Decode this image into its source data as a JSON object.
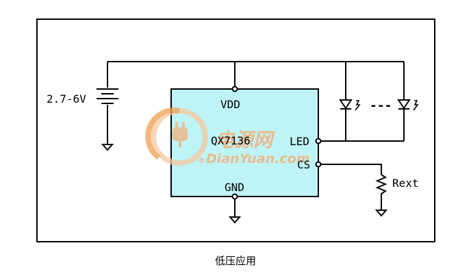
{
  "circuit": {
    "supply_label": "2.7-6V",
    "chip_name": "QX7136",
    "pins": {
      "vdd": "VDD",
      "gnd": "GND",
      "led": "LED",
      "cs": "CS"
    },
    "resistor_label": "Rext",
    "led_chain_ellipsis": "---"
  },
  "watermark": {
    "chinese": "电源网",
    "registered": "®",
    "english": "DianYuan.com"
  },
  "caption": "低压应用",
  "colors": {
    "chip_fill": "#bff4f7",
    "wire": "#000000",
    "watermark_orange": "#f0a050",
    "watermark_light": "#f6c9a0",
    "watermark_text": "#f1b27c"
  }
}
